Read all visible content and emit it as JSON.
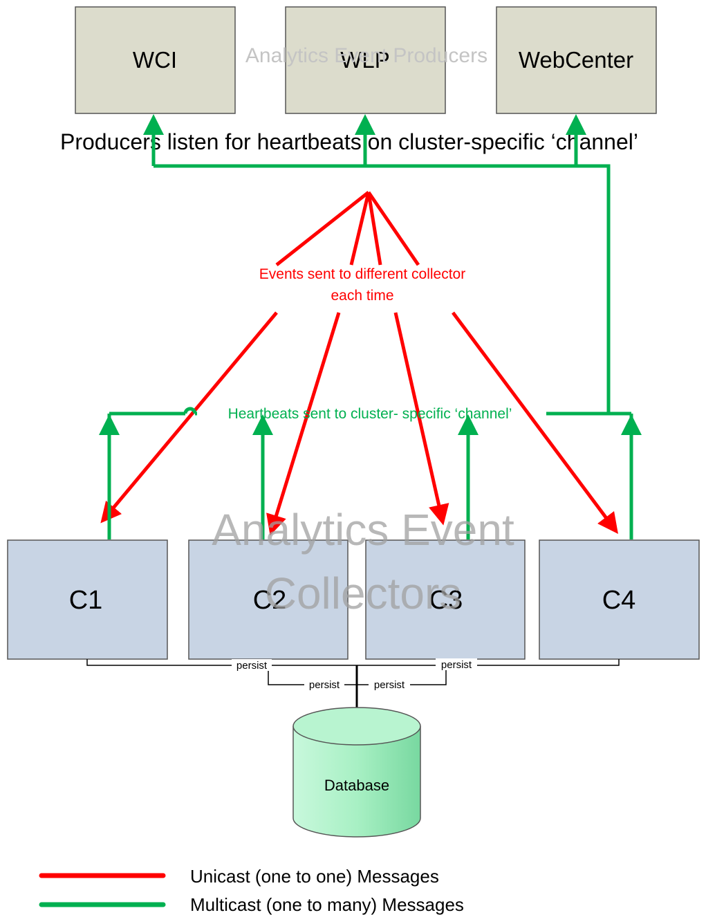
{
  "producers": [
    {
      "label": "WCI"
    },
    {
      "label": "WLP"
    },
    {
      "label": "WebCenter"
    }
  ],
  "producers_group_label": "Analytics Event Producers",
  "producers_note": "Producers listen for heartbeats on cluster-specific ‘channel’",
  "events_label_line1": "Events sent to different collector",
  "events_label_line2": "each time",
  "heartbeats_label": "Heartbeats sent to cluster- specific ‘channel’",
  "collectors_group_label_line1": "Analytics Event",
  "collectors_group_label_line2": "Collectors",
  "collectors": [
    {
      "label": "C1"
    },
    {
      "label": "C2"
    },
    {
      "label": "C3"
    },
    {
      "label": "C4"
    }
  ],
  "persist_labels": [
    "persist",
    "persist",
    "persist",
    "persist"
  ],
  "database_label": "Database",
  "legend": [
    {
      "label": "Unicast (one to one) Messages",
      "color": "#ff0000"
    },
    {
      "label": "Multicast (one to many) Messages",
      "color": "#00b050"
    }
  ],
  "colors": {
    "unicast": "#ff0000",
    "multicast": "#00b050",
    "producer_fill": "#dcdccc",
    "collector_fill": "#c8d4e4",
    "database_fill": "#a8f0c4"
  }
}
